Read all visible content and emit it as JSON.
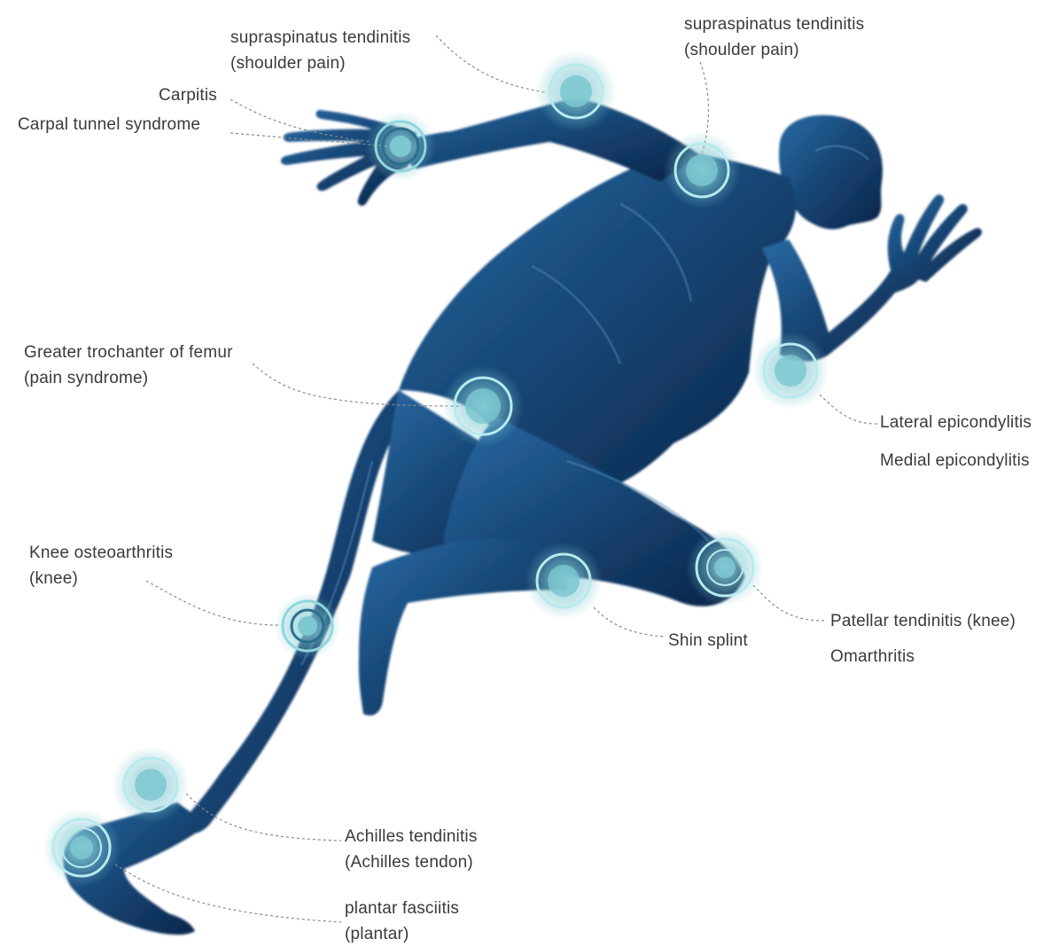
{
  "labels": {
    "supraspinatus_left": [
      "supraspinatus tendinitis",
      "(shoulder pain)"
    ],
    "supraspinatus_right": [
      "supraspinatus tendinitis",
      "(shoulder pain)"
    ],
    "carpitis": "Carpitis",
    "carpal_tunnel": "Carpal tunnel syndrome",
    "greater_trochanter": [
      "Greater trochanter of femur",
      "(pain syndrome)"
    ],
    "lateral_epicondylitis": "Lateral epicondylitis",
    "medial_epicondylitis": "Medial epicondylitis",
    "knee_osteoarthritis": [
      "Knee osteoarthritis",
      "(knee)"
    ],
    "shin_splint": "Shin splint",
    "patellar_tendinitis": "Patellar tendinitis (knee)",
    "omarthritis": "Omarthritis",
    "achilles_tendinitis": [
      "Achilles tendinitis",
      "(Achilles tendon)"
    ],
    "plantar_fasciitis": [
      "plantar fasciitis",
      "(plantar)"
    ]
  },
  "colors": {
    "body_dark": "#0d2a52",
    "body_mid": "#1c4f86",
    "highlight": "#4a86b8",
    "marker": "#7cc7d0",
    "leader": "#8a8a8a",
    "text": "#3a3a3a"
  }
}
